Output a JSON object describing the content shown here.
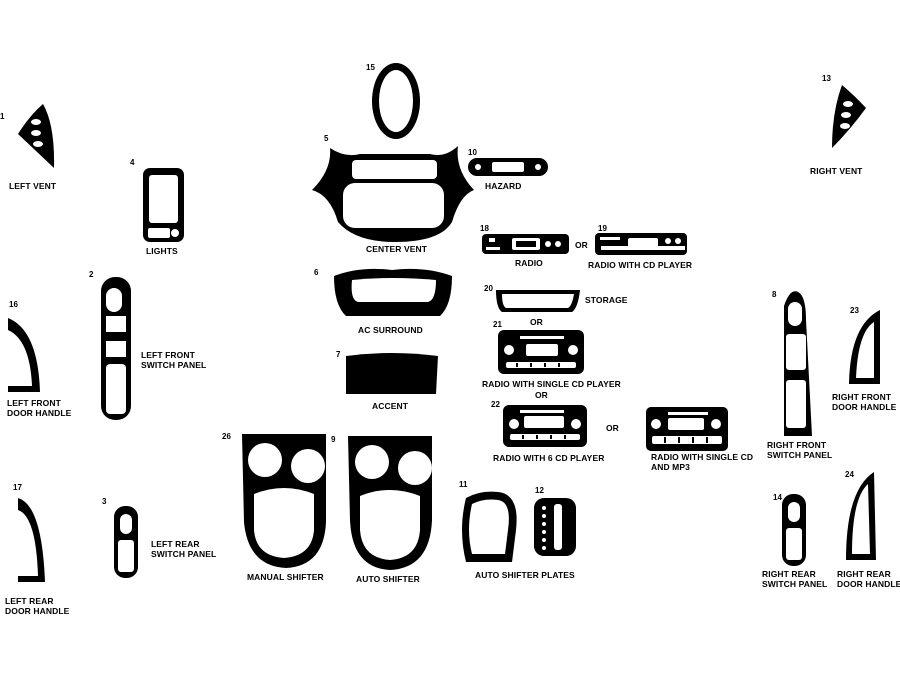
{
  "parts": [
    {
      "id": "p1",
      "number": "1",
      "label": "LEFT VENT",
      "interactable": false
    },
    {
      "id": "p4",
      "number": "4",
      "label": "LIGHTS"
    },
    {
      "id": "p15",
      "number": "15",
      "label": ""
    },
    {
      "id": "p5",
      "number": "5",
      "label": "CENTER VENT"
    },
    {
      "id": "p10",
      "number": "10",
      "label": "HAZARD"
    },
    {
      "id": "p13",
      "number": "13",
      "label": "RIGHT VENT"
    },
    {
      "id": "p18",
      "number": "18",
      "label": "RADIO"
    },
    {
      "id": "p19",
      "number": "19",
      "label": "RADIO WITH CD PLAYER"
    },
    {
      "id": "p6",
      "number": "6",
      "label": "AC SURROUND"
    },
    {
      "id": "p20",
      "number": "20",
      "label": "STORAGE"
    },
    {
      "id": "p2",
      "number": "2",
      "label": "LEFT FRONT\nSWITCH PANEL"
    },
    {
      "id": "p16",
      "number": "16",
      "label": "LEFT FRONT\nDOOR HANDLE"
    },
    {
      "id": "p21",
      "number": "21",
      "label": "RADIO WITH SINGLE CD PLAYER"
    },
    {
      "id": "p7",
      "number": "7",
      "label": "ACCENT"
    },
    {
      "id": "p8",
      "number": "8",
      "label": "RIGHT FRONT\nSWITCH PANEL"
    },
    {
      "id": "p23",
      "number": "23",
      "label": "RIGHT FRONT\nDOOR HANDLE"
    },
    {
      "id": "p22",
      "number": "22",
      "label": "RADIO WITH 6 CD PLAYER"
    },
    {
      "id": "p22b",
      "number": "",
      "label": "RADIO WITH SINGLE CD\nAND MP3"
    },
    {
      "id": "p26",
      "number": "26",
      "label": "MANUAL SHIFTER"
    },
    {
      "id": "p9",
      "number": "9",
      "label": "AUTO SHIFTER"
    },
    {
      "id": "p11",
      "number": "11",
      "label": "AUTO SHIFTER PLATES"
    },
    {
      "id": "p12",
      "number": "12",
      "label": ""
    },
    {
      "id": "p17",
      "number": "17",
      "label": "LEFT REAR\nDOOR HANDLE"
    },
    {
      "id": "p3",
      "number": "3",
      "label": "LEFT REAR\nSWITCH PANEL"
    },
    {
      "id": "p14",
      "number": "14",
      "label": "RIGHT REAR\nSWITCH PANEL"
    },
    {
      "id": "p24",
      "number": "24",
      "label": "RIGHT REAR\nDOOR HANDLE"
    }
  ],
  "or_word": "OR",
  "colors": {
    "part_fill": "#000000",
    "background": "#ffffff"
  }
}
